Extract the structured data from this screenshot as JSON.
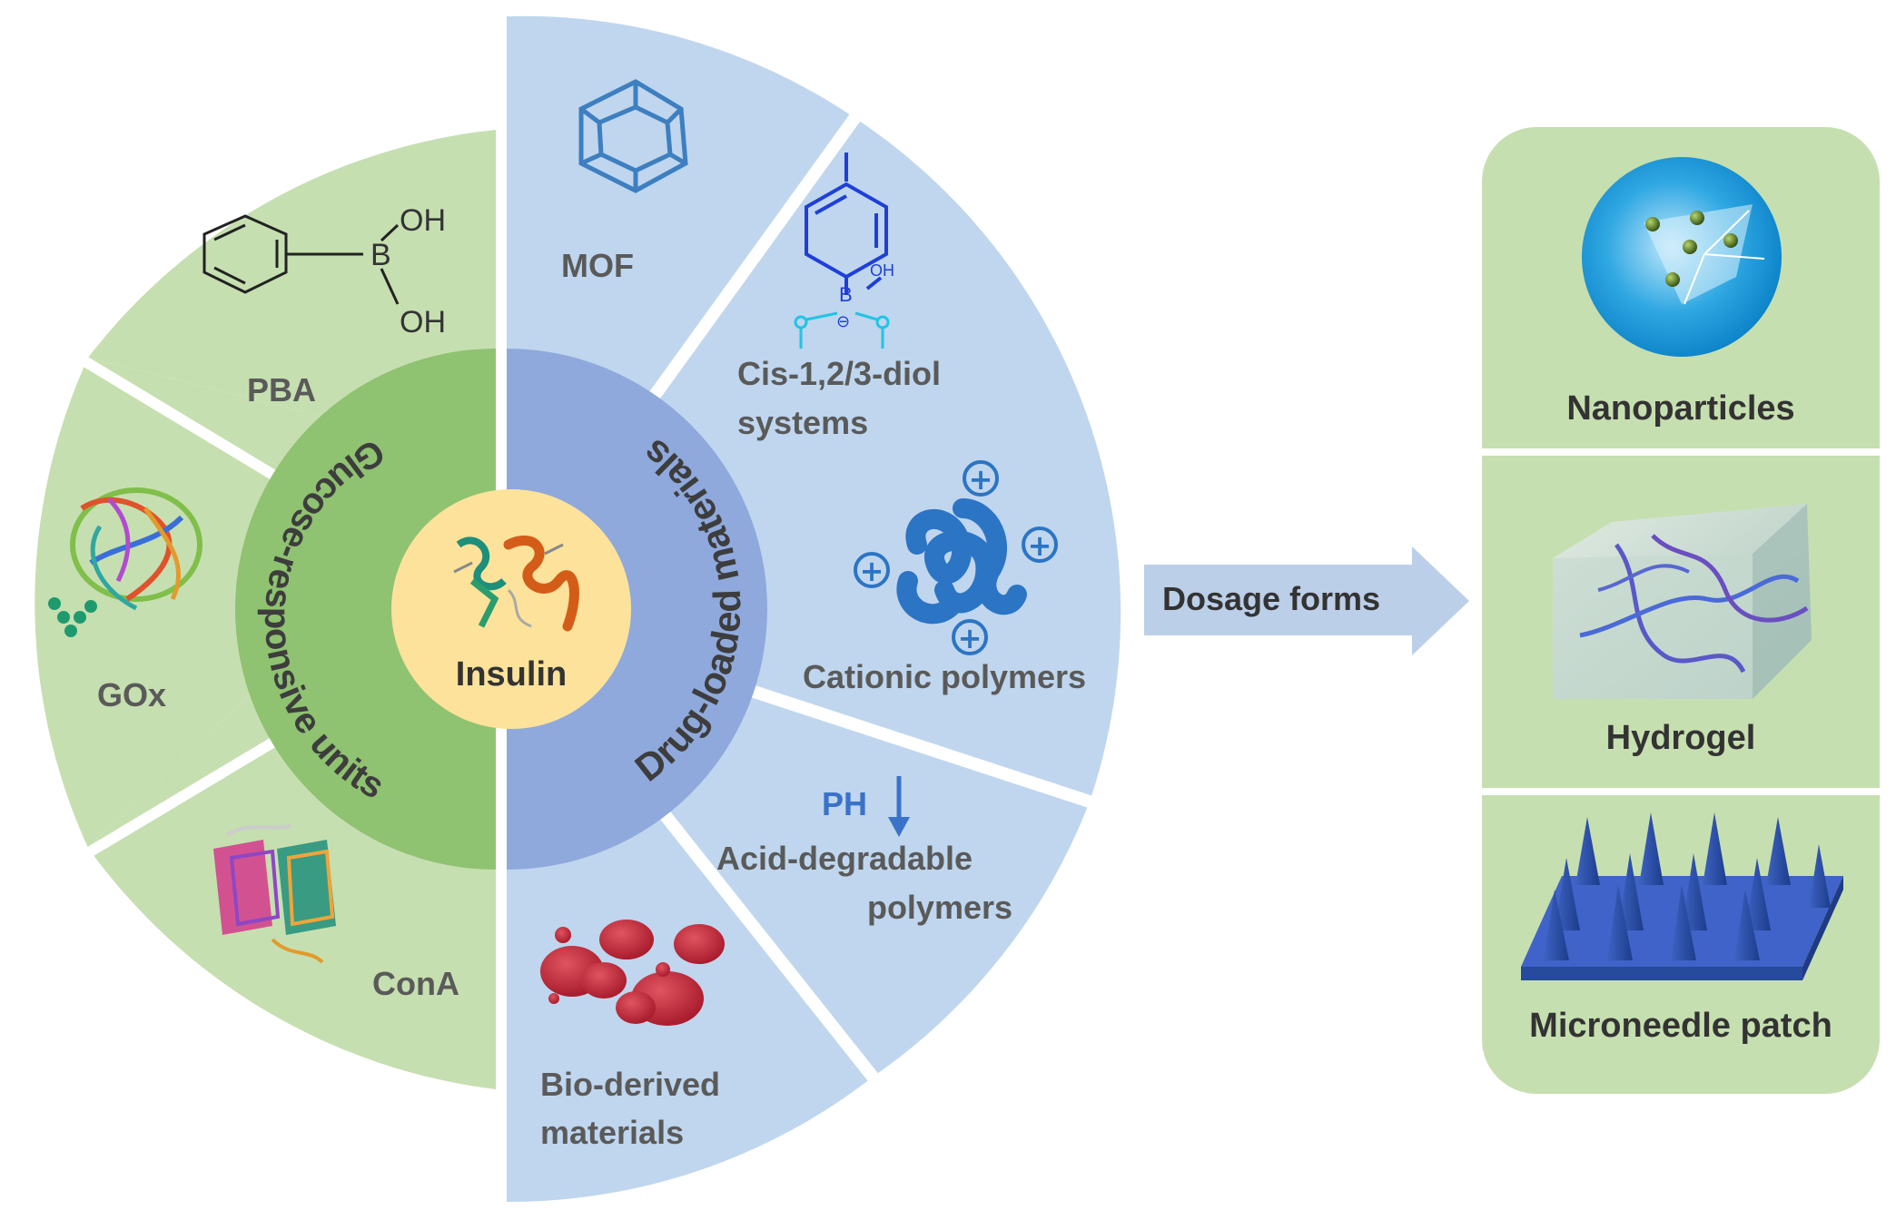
{
  "center": {
    "label": "Insulin"
  },
  "glucose_ring": {
    "title": "Glucose-responsive units",
    "segments": [
      {
        "label": "PBA",
        "chem": {
          "oh_top": "OH",
          "boron": "B",
          "oh_bottom": "OH"
        }
      },
      {
        "label": "GOx"
      },
      {
        "label": "ConA"
      }
    ]
  },
  "drug_ring": {
    "title": "Drug-loaded materials",
    "segments": [
      {
        "label": "MOF"
      },
      {
        "label_line1": "Cis-1,2/3-diol",
        "label_line2": "systems",
        "chem": {
          "oh": "OH",
          "boron": "B",
          "charge": "⊖"
        }
      },
      {
        "label": "Cationic polymers",
        "charge": "+"
      },
      {
        "ph": "PH",
        "label_line1": "Acid-degradable",
        "label_line2": "polymers"
      },
      {
        "label_line1": "Bio-derived",
        "label_line2": "materials"
      }
    ]
  },
  "arrow": {
    "label": "Dosage forms"
  },
  "dosage_forms": [
    {
      "label": "Nanoparticles"
    },
    {
      "label": "Hydrogel"
    },
    {
      "label": "Microneedle patch"
    }
  ],
  "colors": {
    "green_outer": "#c6dfb0",
    "green_inner": "#8fc271",
    "blue_outer": "#bfd6ee",
    "blue_inner": "#8fa9dc",
    "insulin_core": "#fde29b",
    "arrow_fill": "#bccfe8"
  }
}
